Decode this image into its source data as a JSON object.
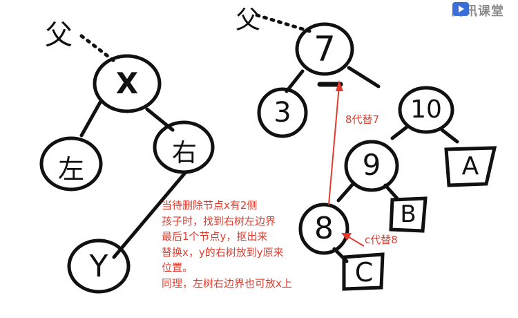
{
  "watermark": {
    "text": "腾讯课堂",
    "icon": "play-icon"
  },
  "left_tree": {
    "parent_label": "父",
    "root": "X",
    "left_child": "左",
    "right_child": "右",
    "successor": "Y"
  },
  "right_tree": {
    "parent_label": "父",
    "root": "7",
    "left": "3",
    "right": "10",
    "right_left": "9",
    "right_right": "A",
    "nine_right": "B",
    "eight": "8",
    "eight_right": "C"
  },
  "annotations": {
    "replace_7": "8代替7",
    "replace_8": "c代替8",
    "note": "当待删除节点x有2侧\n孩子时，找到右树左边界\n最后1个节点y，抠出来\n替换x，y的右树放到y原来\n位置。\n同理，左树右边界也可放x上"
  },
  "colors": {
    "ink": "#111111",
    "annotation": "#e23b2e",
    "watermark": "#8d8d8d"
  }
}
